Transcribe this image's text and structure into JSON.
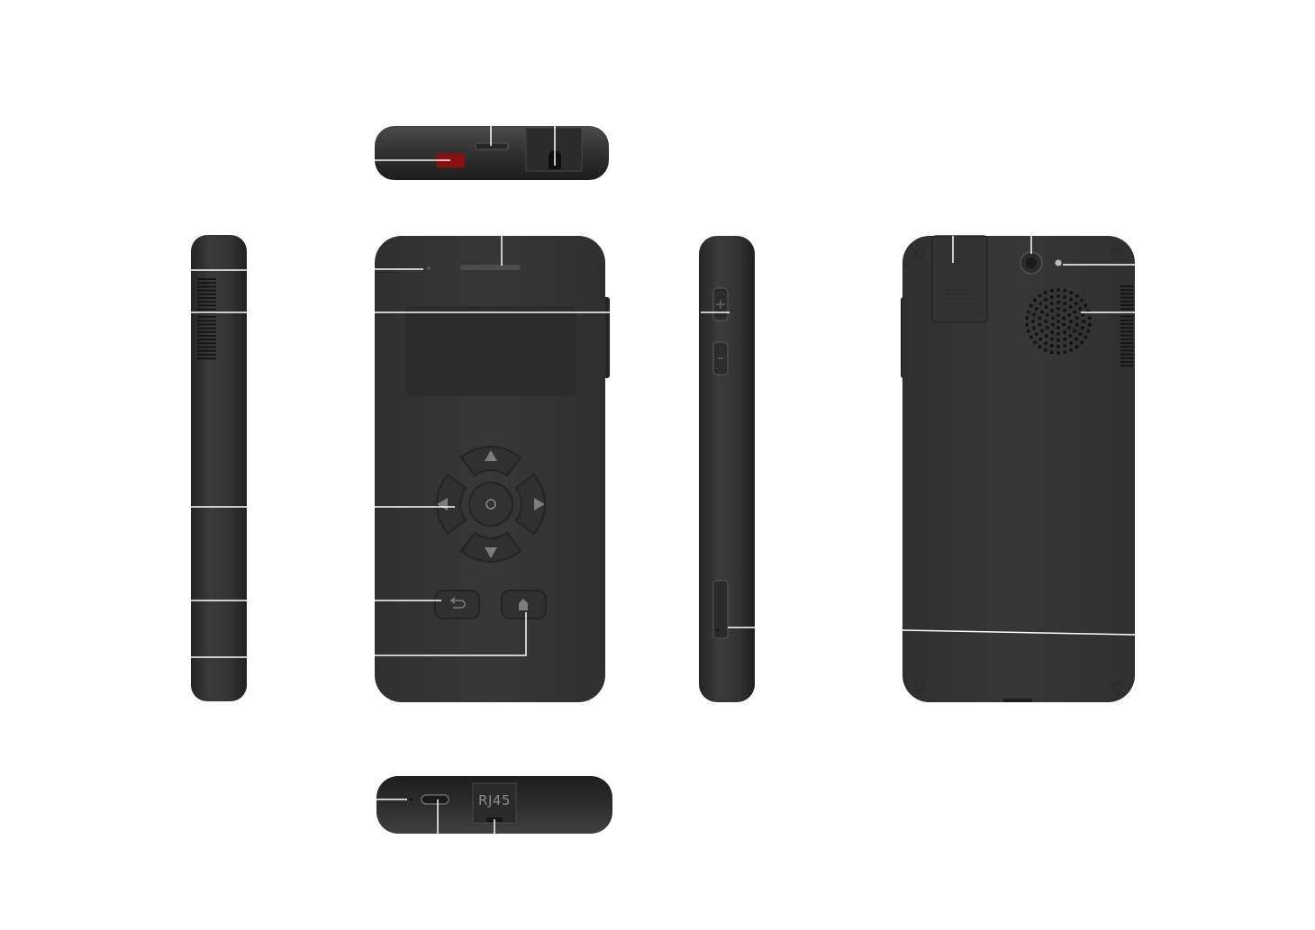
{
  "diagram": {
    "views": [
      "top-view",
      "left-side-view",
      "front-view",
      "right-side-view",
      "back-view",
      "bottom-view"
    ],
    "port_label": "RJ45",
    "colors": {
      "body": "#353535",
      "body_dark": "#2a2a2a",
      "edge": "#1e1e1e",
      "highlight": "#4a4a4a",
      "screen": "#2e2e2e",
      "key": "#313131",
      "glyph": "#7c7c7c",
      "red_button": "#8a1010",
      "leader_line": "#ffffff"
    },
    "icons": [
      "arrow-up-icon",
      "arrow-down-icon",
      "arrow-left-icon",
      "arrow-right-icon",
      "ok-circle-icon",
      "back-arrow-icon",
      "home-icon",
      "plus-icon",
      "minus-icon"
    ]
  }
}
